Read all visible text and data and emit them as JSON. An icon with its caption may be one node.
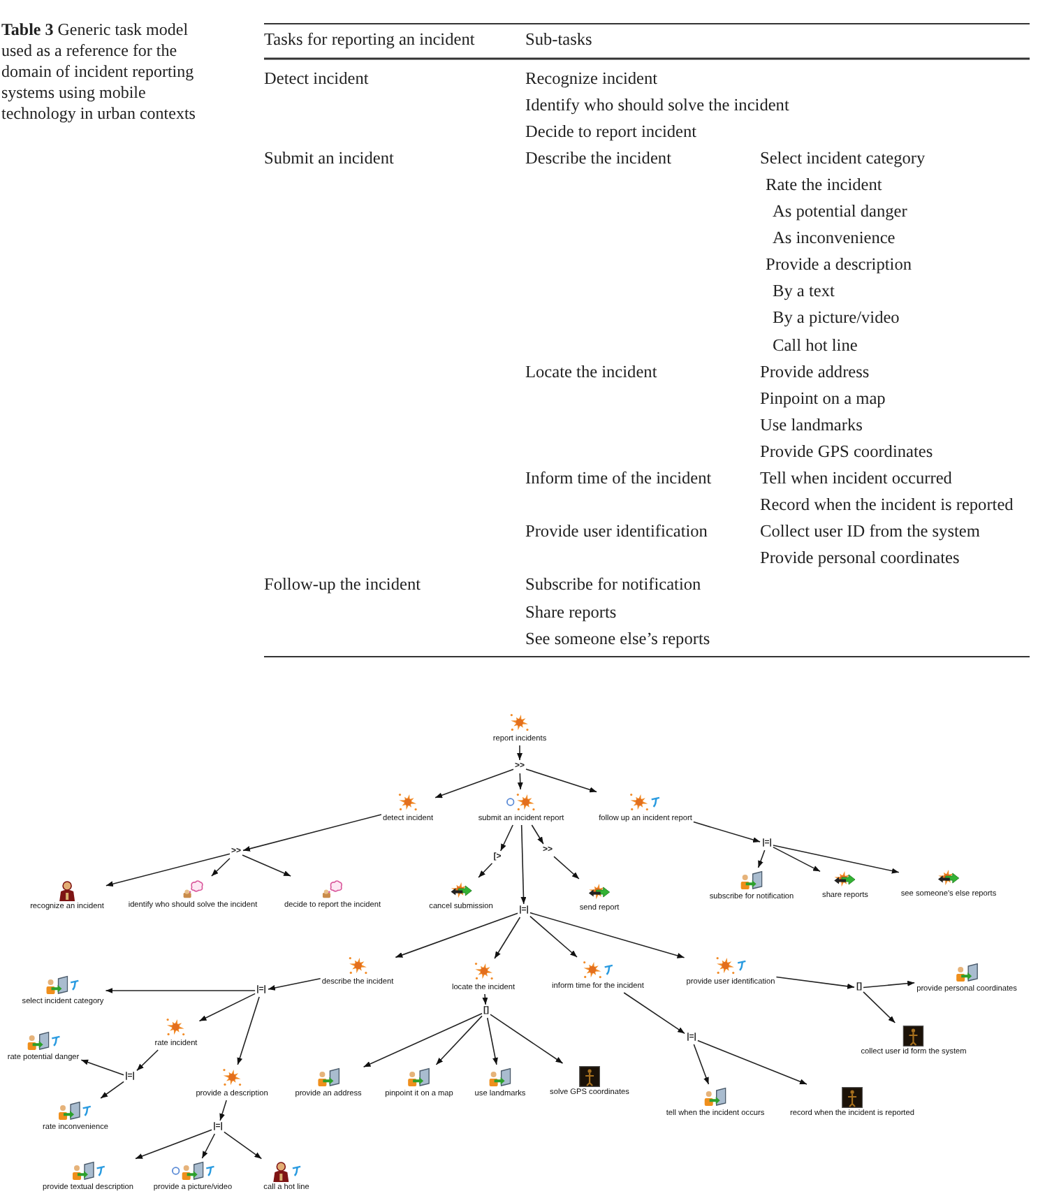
{
  "diagram": {
    "caption": "**Table 3** Generic task model used as a reference for the domain of incident reporting systems using mobile technology in urban contexts",
    "nodes": [
      {
        "text": [
          "report incidents"
        ]
      },
      {
        "text": [
          ">>"
        ]
      },
      {
        "text": [
          "detect incident"
        ]
      },
      {
        "text": [
          "submit an incident report"
        ]
      },
      {
        "text": [
          "follow up an incident report"
        ]
      },
      {
        "text": [
          ">>"
        ]
      },
      {
        "text": [
          "[>"
        ]
      },
      {
        "text": [
          ">>"
        ]
      },
      {
        "text": [
          "|=|"
        ]
      },
      {
        "text": [
          "recognize an incident"
        ]
      },
      {
        "text": [
          "identify who should solve the incident"
        ]
      },
      {
        "text": [
          "decide to report the incident"
        ]
      },
      {
        "text": [
          "cancel submission"
        ]
      },
      {
        "text": [
          "send report"
        ]
      },
      {
        "text": [
          "subscribe for notification"
        ]
      },
      {
        "text": [
          "share reports"
        ]
      },
      {
        "text": [
          "see someone's else reports"
        ]
      },
      {
        "text": [
          "|=|"
        ]
      },
      {
        "text": [
          "describe the incident"
        ]
      },
      {
        "text": [
          "locate the incident"
        ]
      },
      {
        "text": [
          "inform time for the incident"
        ]
      },
      {
        "text": [
          "provide user identification"
        ]
      },
      {
        "text": [
          "provide personal coordinates"
        ]
      },
      {
        "text": [
          "|=|"
        ]
      },
      {
        "text": [
          "[]"
        ]
      },
      {
        "text": [
          "select incident category"
        ]
      },
      {
        "text": [
          "[]"
        ]
      },
      {
        "text": [
          "collect user id form the system"
        ]
      },
      {
        "text": [
          "|=|"
        ]
      },
      {
        "text": [
          "rate incident"
        ]
      },
      {
        "text": [
          "rate potential danger"
        ]
      },
      {
        "text": [
          "|=|"
        ]
      },
      {
        "text": [
          "provide a description"
        ]
      },
      {
        "text": [
          "provide an address"
        ]
      },
      {
        "text": [
          "pinpoint it on a map"
        ]
      },
      {
        "text": [
          "use landmarks"
        ]
      },
      {
        "text": [
          "solve GPS coordinates"
        ]
      },
      {
        "text": [
          "tell when the incident occurs"
        ]
      },
      {
        "text": [
          "record when the incident is reported"
        ]
      },
      {
        "text": [
          "rate inconvenience"
        ]
      },
      {
        "text": [
          "|=|"
        ]
      },
      {
        "text": [
          "provide textual description"
        ]
      },
      {
        "text": [
          "provide a picture/video"
        ]
      },
      {
        "text": [
          "call a hot line"
        ]
      }
    ],
    "edges": [
      {
        "from": 0,
        "to": 1,
        "arrow": "to"
      },
      {
        "from": 1,
        "to": 2,
        "arrow": "to"
      },
      {
        "from": 1,
        "to": 3,
        "arrow": "to"
      },
      {
        "from": 1,
        "to": 4,
        "arrow": "to"
      },
      {
        "from": 2,
        "to": 5,
        "arrow": "to"
      },
      {
        "from": 5,
        "to": 9,
        "arrow": "to"
      },
      {
        "from": 5,
        "to": 10,
        "arrow": "to"
      },
      {
        "from": 5,
        "to": 11,
        "arrow": "to"
      },
      {
        "from": 3,
        "to": 6,
        "arrow": "to"
      },
      {
        "from": 6,
        "to": 12,
        "arrow": "to"
      },
      {
        "from": 3,
        "to": 7,
        "arrow": "to"
      },
      {
        "from": 7,
        "to": 13,
        "arrow": "to"
      },
      {
        "from": 3,
        "to": 17,
        "arrow": "to"
      },
      {
        "from": 17,
        "to": 18,
        "arrow": "to"
      },
      {
        "from": 17,
        "to": 19,
        "arrow": "to"
      },
      {
        "from": 17,
        "to": 20,
        "arrow": "to"
      },
      {
        "from": 17,
        "to": 21,
        "arrow": "to"
      },
      {
        "from": 4,
        "to": 8,
        "arrow": "to"
      },
      {
        "from": 8,
        "to": 14,
        "arrow": "to"
      },
      {
        "from": 8,
        "to": 15,
        "arrow": "to"
      },
      {
        "from": 8,
        "to": 16,
        "arrow": "to"
      },
      {
        "from": 18,
        "to": 23,
        "arrow": "to"
      },
      {
        "from": 23,
        "to": 25,
        "arrow": "to"
      },
      {
        "from": 23,
        "to": 29,
        "arrow": "to"
      },
      {
        "from": 23,
        "to": 32,
        "arrow": "to"
      },
      {
        "from": 29,
        "to": 31,
        "arrow": "to"
      },
      {
        "from": 31,
        "to": 30,
        "arrow": "to"
      },
      {
        "from": 31,
        "to": 39,
        "arrow": "to"
      },
      {
        "from": 32,
        "to": 40,
        "arrow": "to"
      },
      {
        "from": 40,
        "to": 41,
        "arrow": "to"
      },
      {
        "from": 40,
        "to": 42,
        "arrow": "to"
      },
      {
        "from": 40,
        "to": 43,
        "arrow": "to"
      },
      {
        "from": 19,
        "to": 26,
        "arrow": "to"
      },
      {
        "from": 26,
        "to": 33,
        "arrow": "to"
      },
      {
        "from": 26,
        "to": 34,
        "arrow": "to"
      },
      {
        "from": 26,
        "to": 35,
        "arrow": "to"
      },
      {
        "from": 26,
        "to": 36,
        "arrow": "to"
      },
      {
        "from": 20,
        "to": 28,
        "arrow": "to"
      },
      {
        "from": 28,
        "to": 37,
        "arrow": "to"
      },
      {
        "from": 28,
        "to": 38,
        "arrow": "to"
      },
      {
        "from": 21,
        "to": 24,
        "arrow": "to"
      },
      {
        "from": 24,
        "to": 22,
        "arrow": "to"
      },
      {
        "from": 24,
        "to": 27,
        "arrow": "to"
      }
    ],
    "labels": [
      "Tasks for reporting an incident",
      "Sub-tasks",
      "Detect incident",
      "Recognize incident",
      "Identify who should solve the incident",
      "Decide to report incident",
      "Submit an incident",
      "Describe the incident",
      "Select incident category",
      "Rate the incident",
      "As potential danger",
      "As inconvenience",
      "Provide a description",
      "By a text",
      "By a picture/video",
      "Call hot line",
      "Locate the incident",
      "Provide address",
      "Pinpoint on a map",
      "Use landmarks",
      "Provide GPS coordinates",
      "Inform time of the incident",
      "Tell when incident occurred",
      "Record when the incident is reported",
      "Provide user identification",
      "Collect user ID from the system",
      "Provide personal coordinates",
      "Follow-up the incident",
      "Subscribe for notification",
      "Share reports",
      "See someone else’s reports"
    ]
  }
}
